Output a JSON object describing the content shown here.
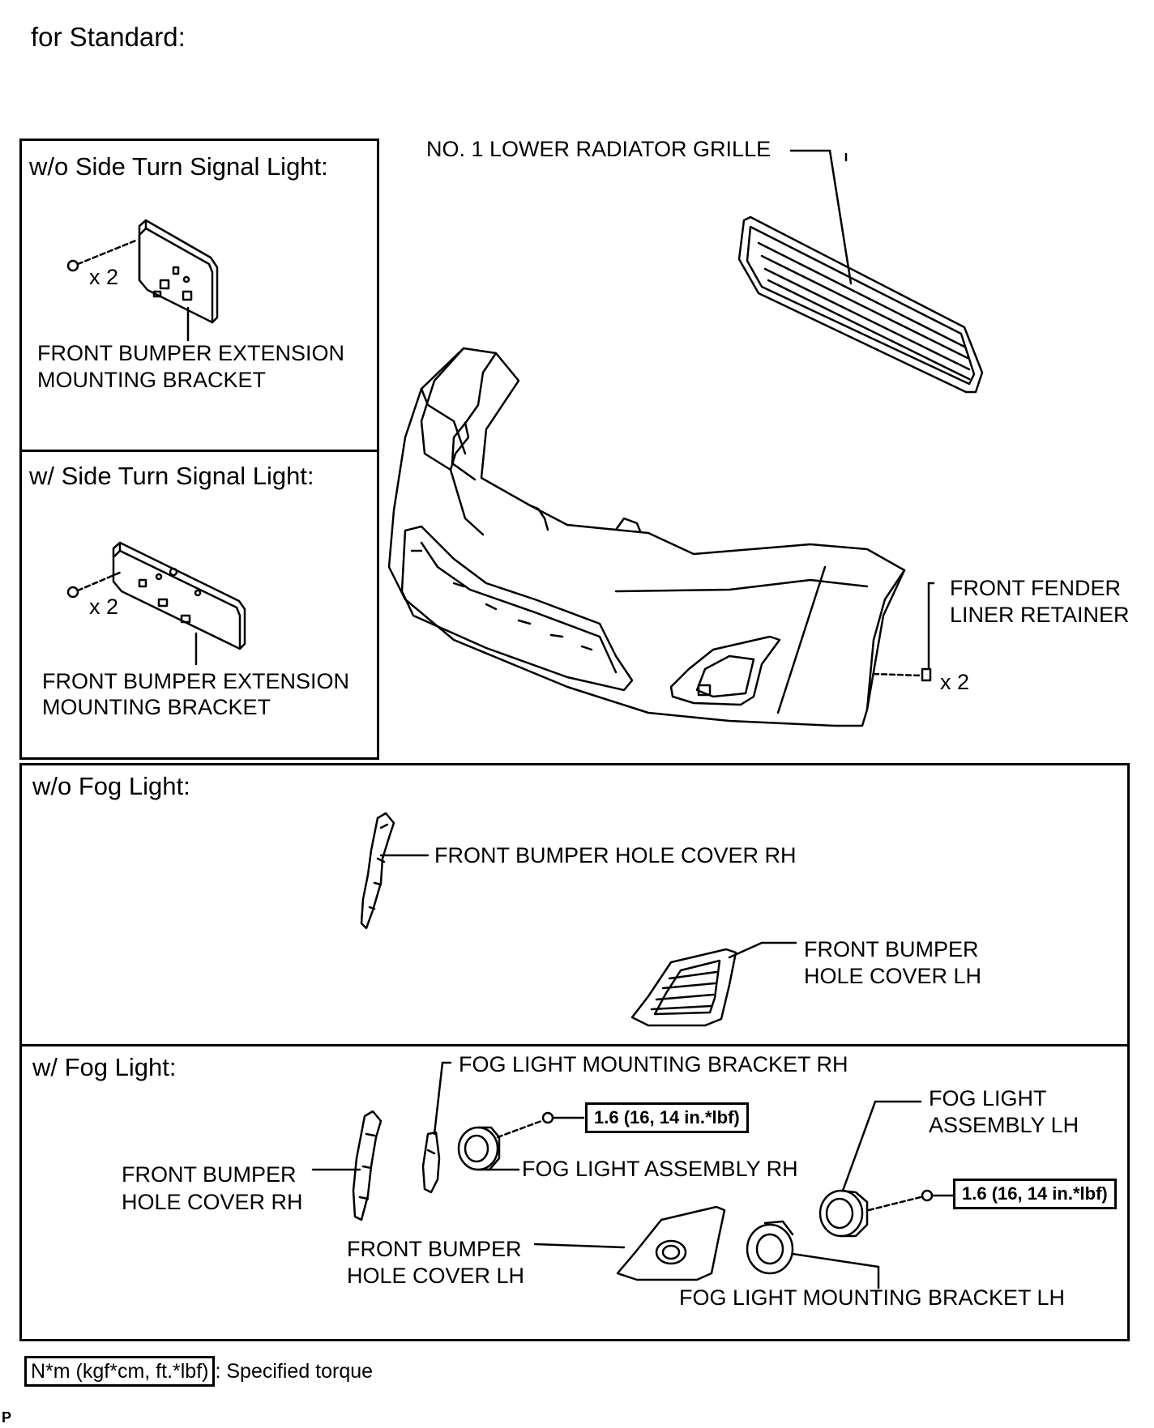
{
  "title": "for Standard:",
  "panels": {
    "wo_side_turn": {
      "heading": "w/o Side Turn Signal Light:",
      "qty": "x 2",
      "part_label_line1": "FRONT BUMPER EXTENSION",
      "part_label_line2": "MOUNTING BRACKET"
    },
    "w_side_turn": {
      "heading": "w/ Side Turn Signal Light:",
      "qty": "x 2",
      "part_label_line1": "FRONT BUMPER EXTENSION",
      "part_label_line2": "MOUNTING BRACKET"
    },
    "main": {
      "grille_label": "NO. 1 LOWER RADIATOR GRILLE",
      "retainer_label_line1": "FRONT FENDER",
      "retainer_label_line2": "LINER RETAINER",
      "retainer_qty": "x 2"
    },
    "wo_fog": {
      "heading": "w/o Fog Light:",
      "rh_label": "FRONT BUMPER HOLE COVER RH",
      "lh_label_line1": "FRONT BUMPER",
      "lh_label_line2": "HOLE COVER LH"
    },
    "w_fog": {
      "heading": "w/ Fog Light:",
      "bracket_rh_label": "FOG LIGHT MOUNTING BRACKET RH",
      "torque_rh": "1.6 (16, 14 in.*lbf)",
      "assembly_rh_label": "FOG LIGHT ASSEMBLY RH",
      "assembly_lh_label_line1": "FOG LIGHT",
      "assembly_lh_label_line2": "ASSEMBLY LH",
      "torque_lh": "1.6 (16, 14 in.*lbf)",
      "hole_cover_rh_line1": "FRONT BUMPER",
      "hole_cover_rh_line2": "HOLE COVER RH",
      "hole_cover_lh_line1": "FRONT BUMPER",
      "hole_cover_lh_line2": "HOLE COVER LH",
      "bracket_lh_label": "FOG LIGHT MOUNTING BRACKET LH"
    }
  },
  "legend": {
    "unit_box": "N*m (kgf*cm, ft.*lbf)",
    "text": ": Specified torque"
  },
  "corner_mark": "P"
}
